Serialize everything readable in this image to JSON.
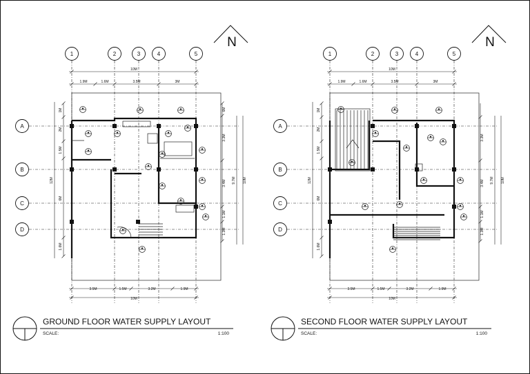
{
  "north_label": "N",
  "plans": [
    {
      "title": "GROUND FLOOR  WATER SUPPLY LAYOUT",
      "scale_label": "SCALE:",
      "scale_value": "1:100",
      "grid_cols": [
        "1",
        "2",
        "3",
        "4",
        "5"
      ],
      "grid_rows": [
        "A",
        "B",
        "C",
        "D"
      ],
      "top_total": "10M",
      "top_dims": [
        "1.9M",
        "1.6M",
        "3.5M",
        "3M"
      ],
      "bottom_dims": [
        "3.5M",
        "1.5M",
        "3.2M",
        "1.9M"
      ],
      "bottom_total": "10M",
      "left_dims": [
        "1M",
        "2M",
        "1.5M",
        "6M",
        "1.6M"
      ],
      "left_total": "12M",
      "right_dims": [
        "6M",
        "3.3M",
        "3.4M",
        "1.1M",
        "1.3M"
      ],
      "right_total_a": "9.7M",
      "right_total_b": "10M"
    },
    {
      "title": "SECOND FLOOR WATER SUPPLY LAYOUT",
      "scale_label": "SCALE:",
      "scale_value": "1:100",
      "grid_cols": [
        "1",
        "2",
        "3",
        "4",
        "5"
      ],
      "grid_rows": [
        "A",
        "B",
        "C",
        "D"
      ],
      "top_total": "10M",
      "top_dims": [
        "1.9M",
        "1.6M",
        "3.5M",
        "3M"
      ],
      "bottom_dims": [
        "3.5M",
        "1.5M",
        "3.2M",
        "1.9M"
      ],
      "bottom_total": "10M",
      "left_dims": [
        "1M",
        "2M",
        "1.5M",
        "6M",
        "1.6M"
      ],
      "left_total": "12M",
      "right_dims": [
        "3.3M",
        "3.4M",
        "1.1M",
        "1.3M"
      ],
      "right_total_a": "9.7M",
      "right_total_b": "10M"
    }
  ]
}
